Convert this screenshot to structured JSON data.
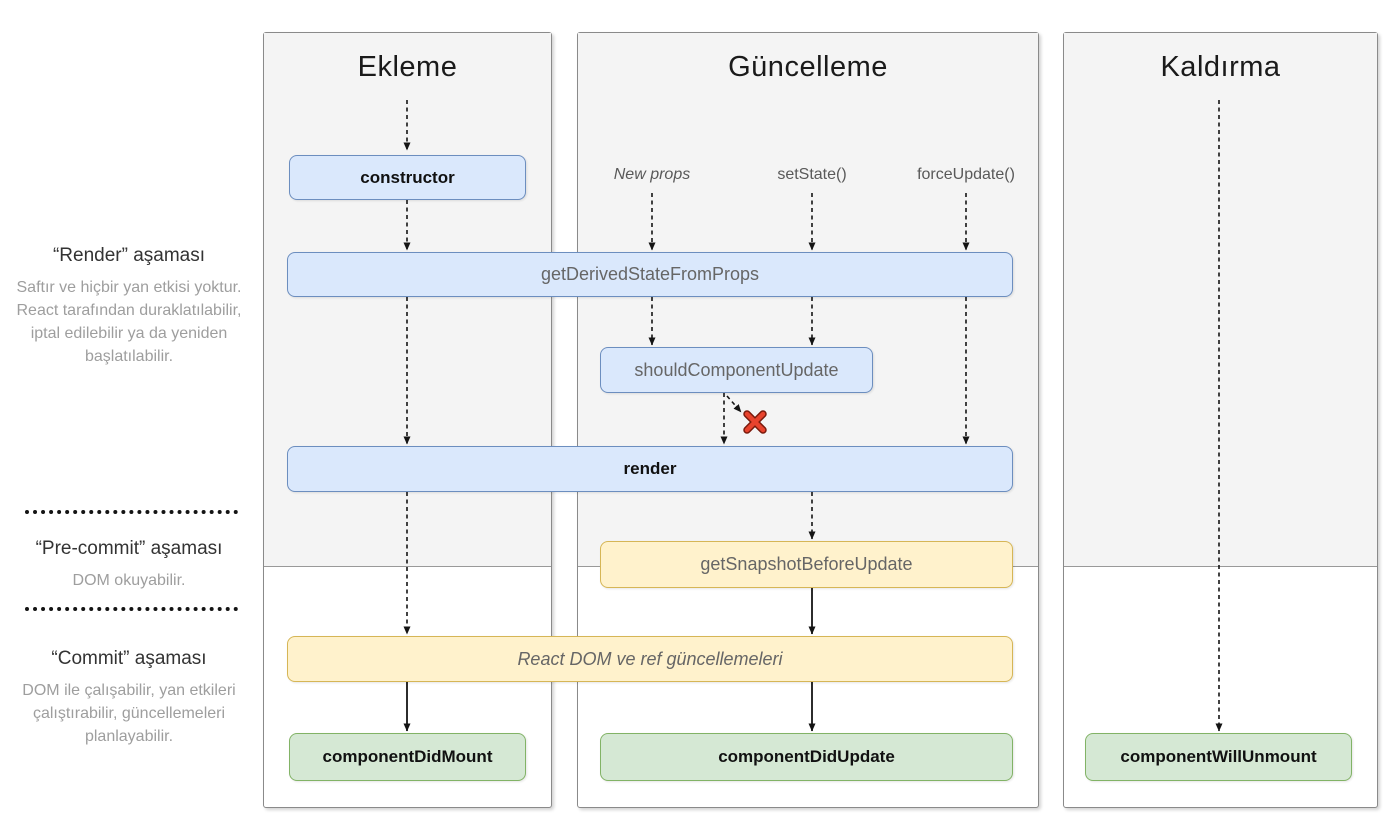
{
  "sidebar": {
    "phases": [
      {
        "title": "“Render” aşaması",
        "desc": "Saftır ve hiçbir yan etkisi yoktur. React tarafından duraklatılabilir, iptal edilebilir ya da yeniden başlatılabilir."
      },
      {
        "title": "“Pre-commit” aşaması",
        "desc": "DOM okuyabilir."
      },
      {
        "title": "“Commit” aşaması",
        "desc": "DOM ile çalışabilir, yan etkileri çalıştırabilir, güncellemeleri planlayabilir."
      }
    ]
  },
  "columns": [
    {
      "title": "Ekleme"
    },
    {
      "title": "Güncelleme"
    },
    {
      "title": "Kaldırma"
    }
  ],
  "update_triggers": [
    {
      "label": "New props"
    },
    {
      "label": "setState()"
    },
    {
      "label": "forceUpdate()"
    }
  ],
  "lifecycle_boxes": {
    "constructor": "constructor",
    "get_derived_state_from_props": "getDerivedStateFromProps",
    "should_component_update": "shouldComponentUpdate",
    "render": "render",
    "get_snapshot_before_update": "getSnapshotBeforeUpdate",
    "react_dom_updates": "React DOM ve ref güncellemeleri",
    "component_did_mount": "componentDidMount",
    "component_did_update": "componentDidUpdate",
    "component_will_unmount": "componentWillUnmount"
  },
  "colors": {
    "blue_fill": "#dae8fc",
    "blue_border": "#6c8ebf",
    "yellow_fill": "#fff2cc",
    "yellow_border": "#d6b656",
    "green_fill": "#d5e8d4",
    "green_border": "#82b366",
    "phase_bg": "#f4f4f4",
    "x_mark": "#e8432d",
    "x_mark_outline": "#7a1a0c",
    "arrow": "#141414"
  }
}
